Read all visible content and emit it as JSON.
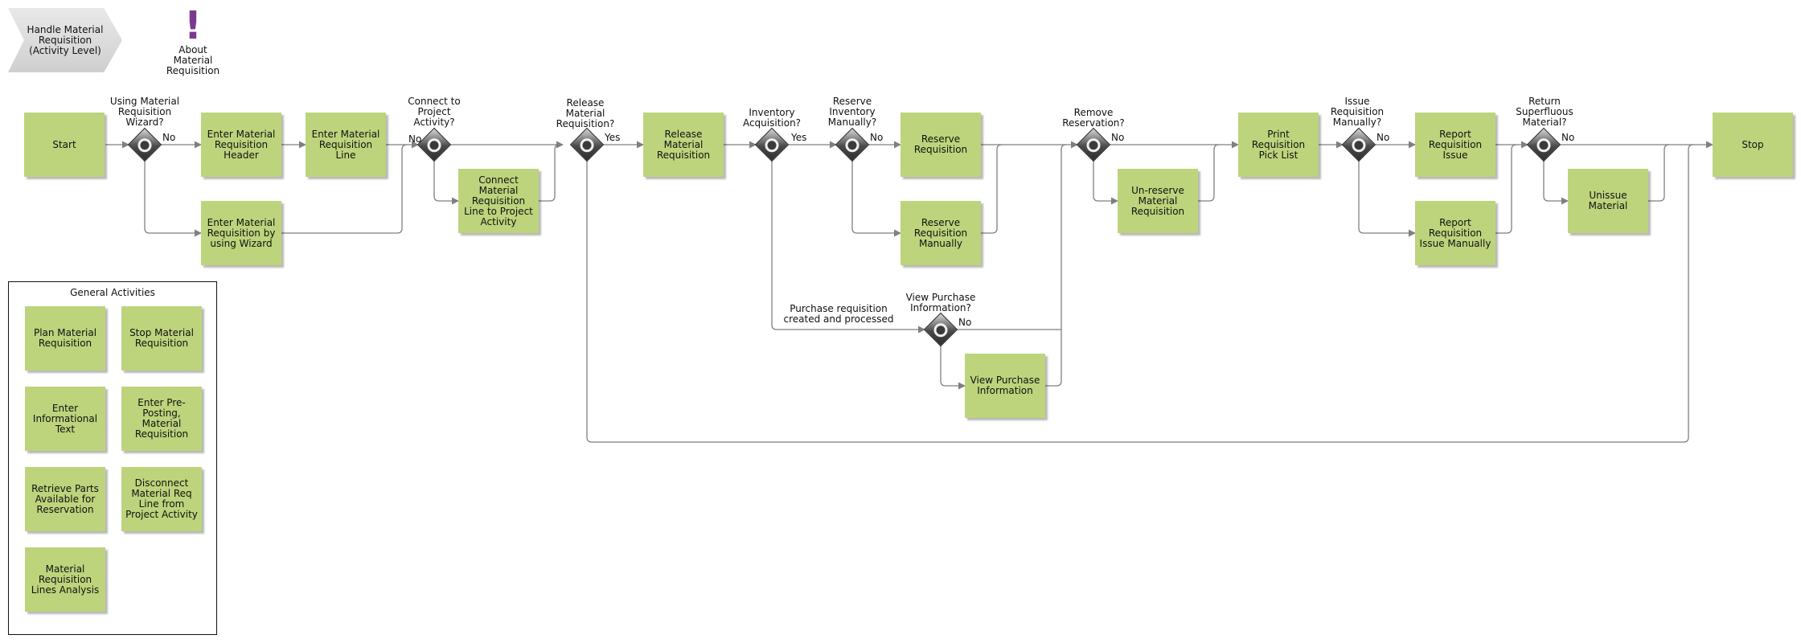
{
  "header": {
    "process_title": "Handle Material Requisition (Activity Level)",
    "about_label": "About Material Requisition",
    "about_glyph": "!",
    "about_color": "#7b3a90"
  },
  "colors": {
    "activity": "#bdd47c",
    "connector": "#7f7f7f",
    "gateway": "#3a3a3a"
  },
  "nodes": {
    "start": "Start",
    "enter_header": "Enter Material Requisition Header",
    "enter_by_wizard": "Enter Material Requisition by using Wizard",
    "enter_line": "Enter Material Requisition Line",
    "connect_line": "Connect Material Requisition Line to Project Activity",
    "release": "Release Material Requisition",
    "reserve": "Reserve Requisition",
    "reserve_manually": "Reserve Requisition Manually",
    "view_purchase": "View Purchase Information",
    "unreserve": "Un-reserve Material Requisition",
    "print_pick_list": "Print Requisition Pick List",
    "report_issue": "Report Requisition Issue",
    "report_issue_manually": "Report Requisition Issue Manually",
    "unissue": "Unissue Material",
    "stop": "Stop"
  },
  "gateways": {
    "wizard": "Using Material Requisition Wizard?",
    "connect_project": "Connect to Project Activity?",
    "release": "Release Material Requisition?",
    "inventory": "Inventory Acquisition?",
    "reserve_manual": "Reserve Inventory Manually?",
    "view_purchase": "View Purchase Information?",
    "remove_reservation": "Remove Reservation?",
    "issue_manual": "Issue Requisition Manually?",
    "return_superfluous": "Return Superfluous Material?"
  },
  "edge_labels": {
    "wizard_no": "No",
    "connect_no": "No",
    "release_yes": "Yes",
    "inventory_yes": "Yes",
    "reserve_no": "No",
    "purchase_processed": "Purchase requisition created and processed",
    "view_no": "No",
    "remove_no": "No",
    "issue_no": "No",
    "return_no": "No"
  },
  "general": {
    "title": "General Activities",
    "items": [
      "Plan Material Requisition",
      "Stop Material Requisition",
      "Enter Informational Text",
      "Enter Pre-Posting, Material Requisition",
      "Retrieve Parts Available for Reservation",
      "Disconnect Material Req Line from Project Activity",
      "Material Requisition Lines Analysis"
    ]
  }
}
